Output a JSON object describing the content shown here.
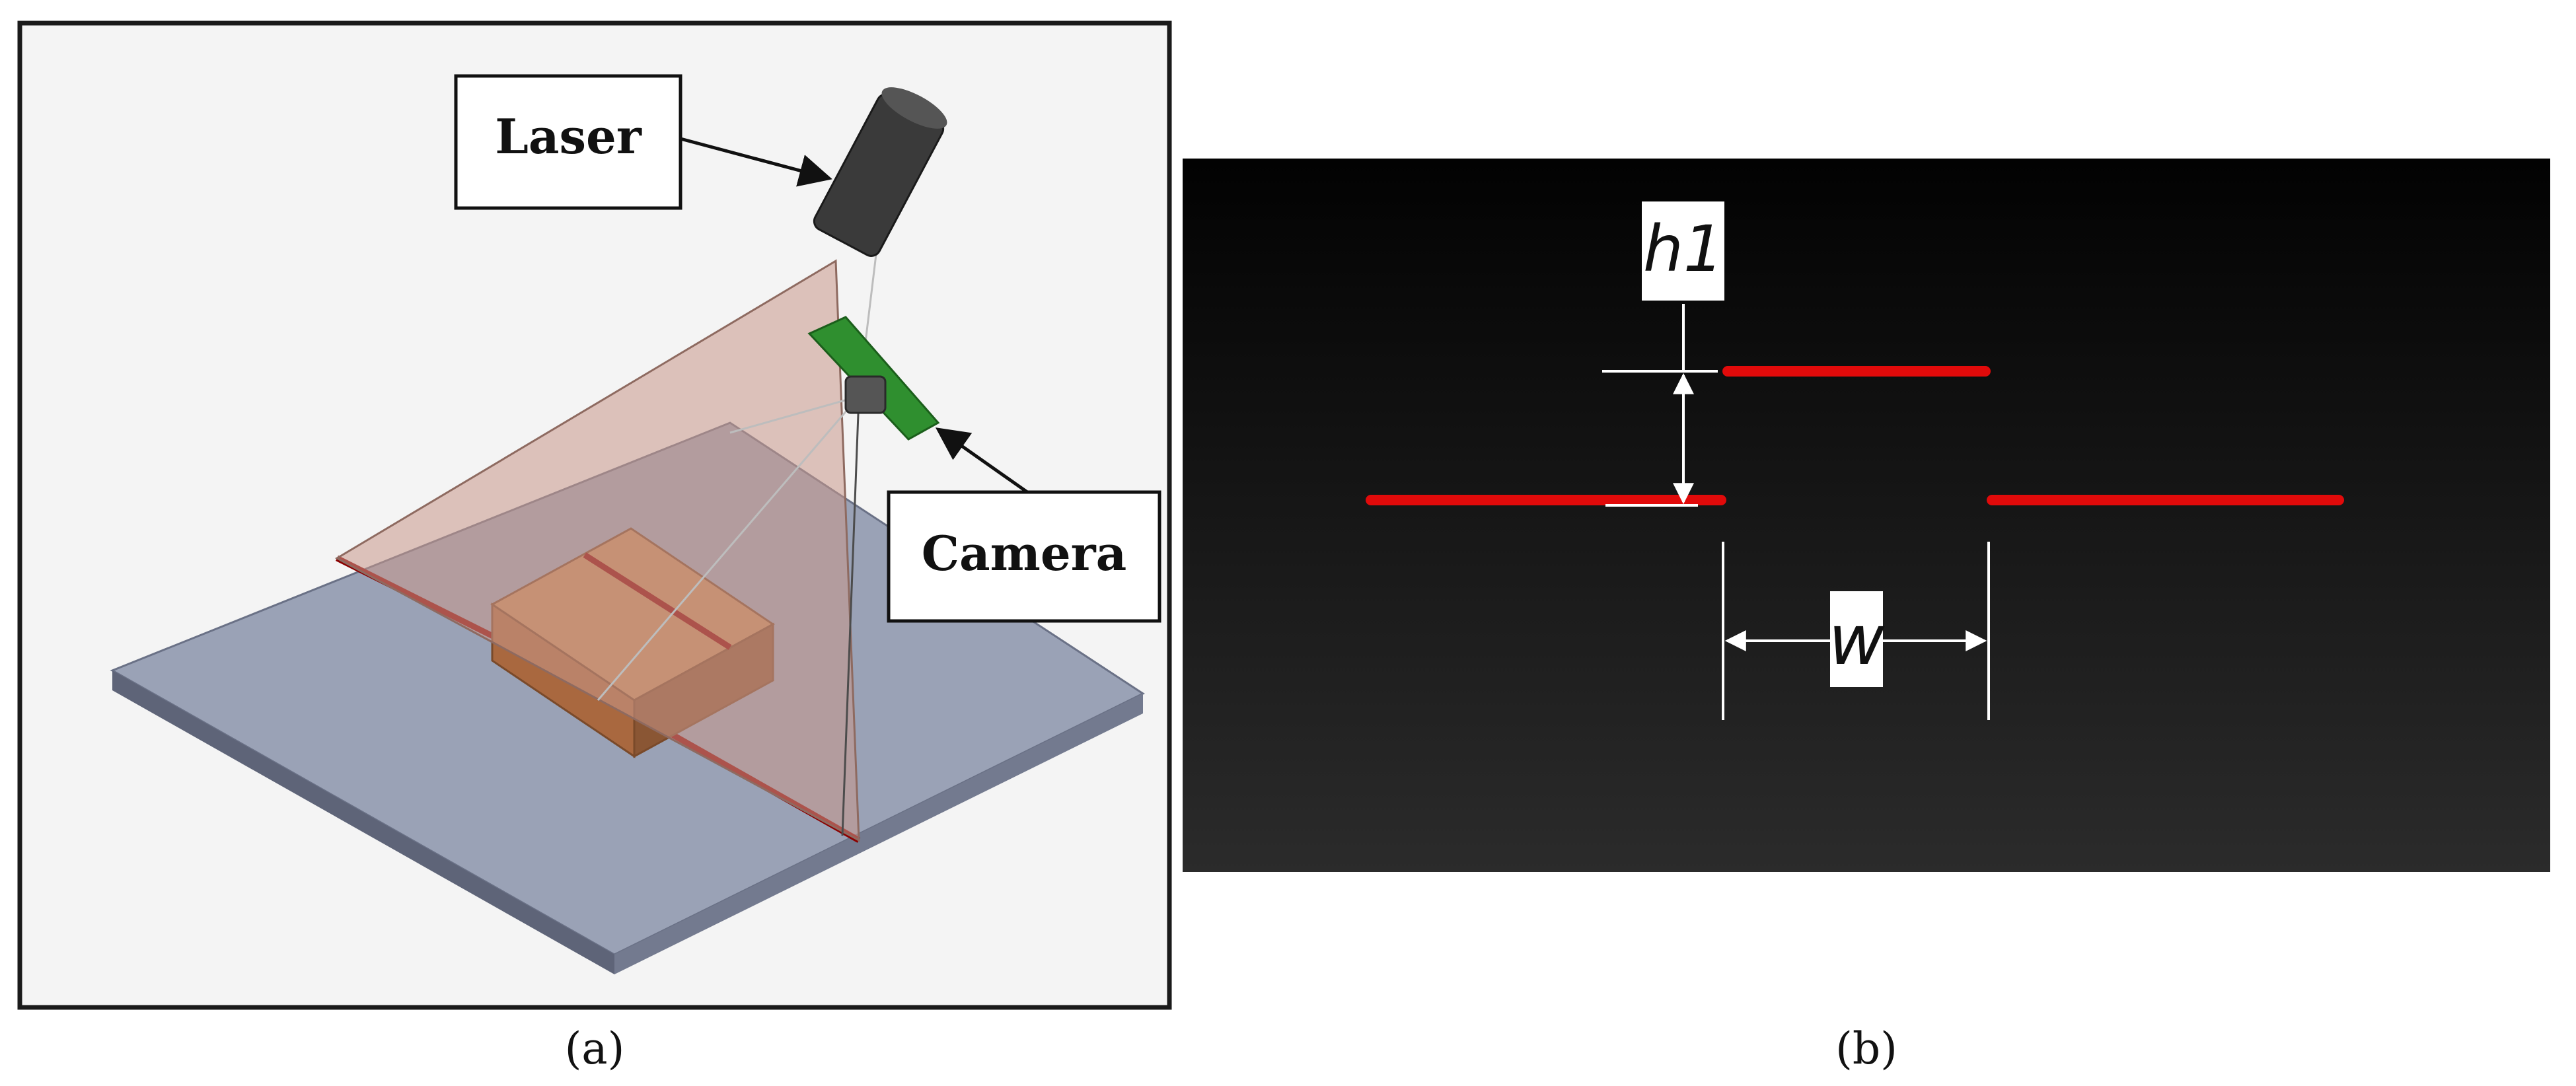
{
  "panel_a": {
    "caption": "(a)",
    "labels": {
      "laser": "Laser",
      "camera": "Camera"
    }
  },
  "panel_b": {
    "caption": "(b)",
    "labels": {
      "height": "h1",
      "width": "w"
    }
  },
  "colors": {
    "frame": "#1a1a1a",
    "background_panel_a": "#f4f4f4",
    "platform_top": "#9aa2b6",
    "platform_side": "#5e6478",
    "laser_sheet": "#c8978a",
    "box_top": "#c48a5c",
    "box_front": "#a9683f",
    "box_side": "#8a5634",
    "laser_line": "#8b0000",
    "laser_body": "#3a3a3a",
    "camera_board": "#2f8f2f",
    "camera_lens": "#555555",
    "panel_b_bg": "#050505",
    "panel_b_line": "#e10a0a",
    "dimension_line": "#ffffff"
  }
}
